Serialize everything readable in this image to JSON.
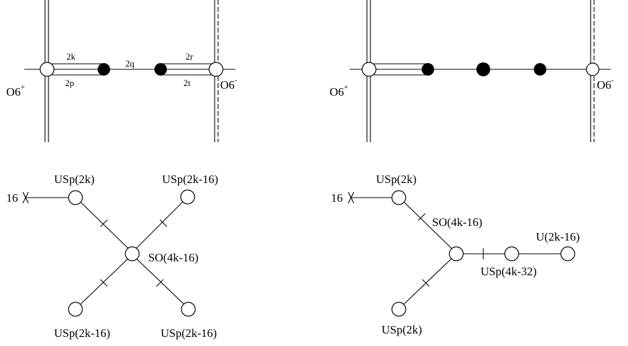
{
  "top_left": {
    "labels": {
      "k": "2k",
      "p": "2p",
      "q": "2q",
      "r": "2r",
      "t": "2t"
    },
    "plane_left": {
      "base": "O6",
      "sign": "+"
    },
    "plane_right": {
      "base": "O6",
      "sign": "-"
    }
  },
  "top_right": {
    "plane_left": {
      "base": "O6",
      "sign": "+"
    },
    "plane_right": {
      "base": "O6",
      "sign": "-"
    }
  },
  "quiver_left": {
    "flavor": "16",
    "nodes": {
      "top_left": "USp(2k)",
      "top_right": "USp(2k-16)",
      "center": "SO(4k-16)",
      "bottom_left": "USp(2k-16)",
      "bottom_right": "USp(2k-16)"
    }
  },
  "quiver_right": {
    "flavor": "16",
    "nodes": {
      "top_left": "USp(2k)",
      "center": "SO(4k-16)",
      "right_usp": "USp(4k-32)",
      "right_u": "U(2k-16)",
      "bottom_left": "USp(2k)"
    }
  }
}
